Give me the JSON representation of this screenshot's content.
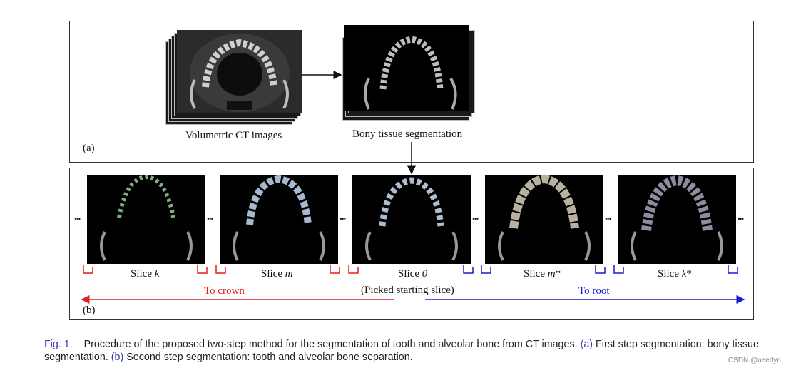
{
  "panel_a": {
    "label": "(a)",
    "ct_label": "Volumetric CT images",
    "bony_label": "Bony tissue segmentation"
  },
  "panel_b": {
    "label": "(b)",
    "slices": [
      {
        "prefix": "Slice ",
        "var": "k"
      },
      {
        "prefix": "Slice ",
        "var": "m"
      },
      {
        "prefix": "Slice ",
        "var": "0"
      },
      {
        "prefix": "Slice ",
        "var": "m",
        "suffix": "*"
      },
      {
        "prefix": "Slice ",
        "var": "k",
        "suffix": "*"
      }
    ],
    "ellipsis": "...",
    "to_crown": "To crown",
    "to_root": "To root",
    "picked": "(Picked starting slice)",
    "colors": {
      "crown": "#e02020",
      "root": "#1a1ad0"
    }
  },
  "caption": {
    "fig": "Fig. 1.",
    "text1": "Procedure of the proposed two-step method for the segmentation of tooth and alveolar bone from CT images.",
    "a_marker": "(a)",
    "text2": "First step segmentation: bony tissue segmentation.",
    "b_marker": "(b)",
    "text3": "Second step segmentation: tooth and alveolar bone separation."
  },
  "watermark": "CSDN @needyn"
}
